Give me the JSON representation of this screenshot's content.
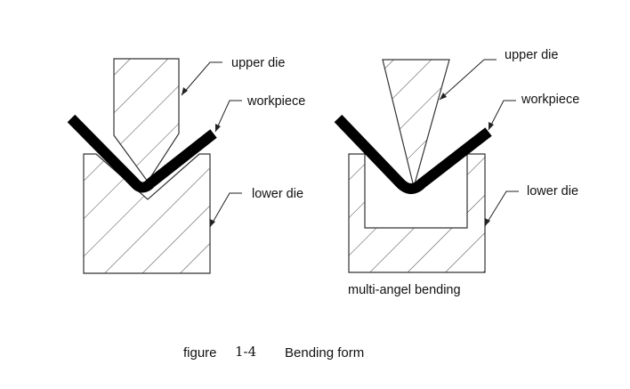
{
  "left_diagram": {
    "labels": {
      "upper_die": "upper die",
      "workpiece": "workpiece",
      "lower_die": "lower die"
    }
  },
  "right_diagram": {
    "labels": {
      "upper_die": "upper die",
      "workpiece": "workpiece",
      "lower_die": "lower die"
    },
    "caption": "multi-angel bending"
  },
  "figure": {
    "prefix": "figure",
    "number": "1-4",
    "title": "Bending form"
  }
}
